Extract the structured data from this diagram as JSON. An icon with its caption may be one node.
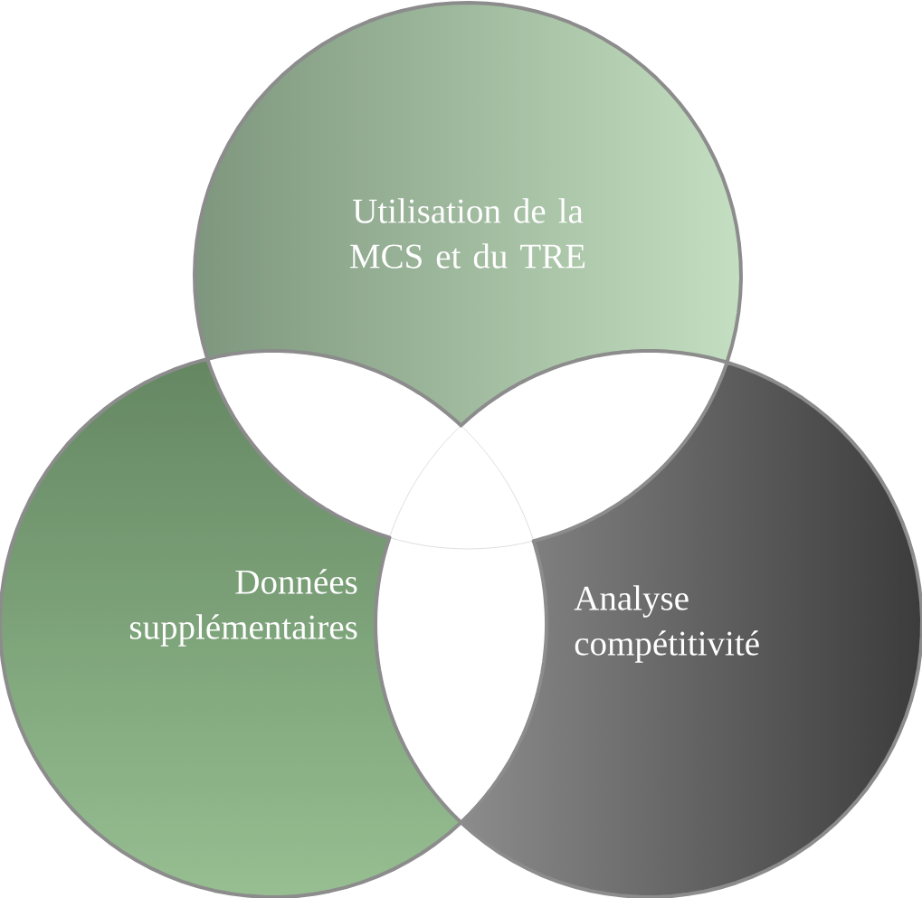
{
  "diagram": {
    "nodes": [
      {
        "text": [
          "Utilisation de la MCS et du TRE"
        ]
      },
      {
        "text": [
          "Données supplémentaires"
        ]
      },
      {
        "text": [
          "Analyse compétitivité"
        ]
      }
    ]
  }
}
